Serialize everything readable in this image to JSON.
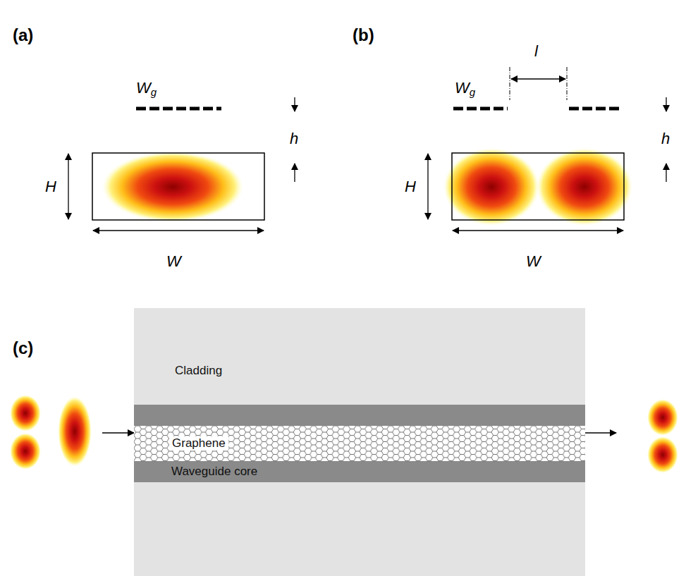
{
  "diagram": {
    "nodes": [
      {
        "text": [
          "Cladding"
        ]
      },
      {
        "text": [
          "Graphene"
        ],
        "in": 0
      },
      {
        "text": [
          "Waveguide core"
        ],
        "in": 0
      }
    ],
    "labels": [
      "(a)",
      "Wg",
      "h",
      "H",
      "W",
      "(b)",
      "Wg",
      "l",
      "h",
      "H",
      "W",
      "(c)"
    ]
  }
}
